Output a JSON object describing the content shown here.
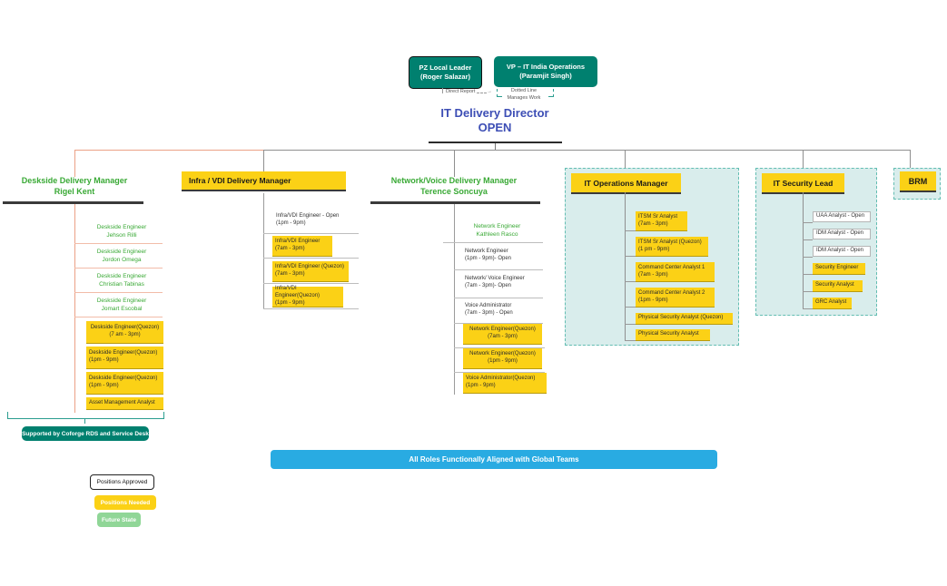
{
  "top": {
    "pz_leader": {
      "line1": "PZ Local Leader",
      "line2": "(Roger Salazar)"
    },
    "vp": {
      "line1": "VP – IT India Operations",
      "line2": "(Paramjit Singh)"
    },
    "direct_report_label": "Direct Report",
    "arrow": "→",
    "dotted_line_label1": "Dotted Line",
    "dotted_line_label2": "Manages Work",
    "director_title": "IT Delivery Director",
    "director_status": "OPEN"
  },
  "deskside": {
    "title1": "Deskside Delivery Manager",
    "title2": "Rigel Kent",
    "approved": [
      {
        "line1": "Deskside Engineer",
        "line2": "Jehson Rilli"
      },
      {
        "line1": "Deskside Engineer",
        "line2": "Jordon Omega"
      },
      {
        "line1": "Deskside Engineer",
        "line2": "Christian Tabinas"
      },
      {
        "line1": "Deskside Engineer",
        "line2": "Jomart Escobal"
      }
    ],
    "needed": [
      {
        "line1": "Deskside Engineer(Quezon)",
        "line2": "(7 am - 3pm)"
      },
      {
        "line1": "Deskside Engineer(Quezon)",
        "line2": "(1pm - 9pm)"
      },
      {
        "line1": "Deskside Engineer(Quezon)",
        "line2": "(1pm - 9pm)"
      },
      {
        "line1": "Asset Management Analyst"
      }
    ],
    "support_note": "Supported by Coforge RDS and Service Desk"
  },
  "infra": {
    "title": "Infra / VDI Delivery Manager",
    "open": {
      "line1": "Infra/VDI Engineer - Open",
      "line2": "(1pm - 9pm)"
    },
    "needed": [
      {
        "line1": "Infra/VDI Engineer",
        "line2": "(7am - 3pm)"
      },
      {
        "line1": "Infra/VDI Engineer (Quezon)",
        "line2": "(7am - 3pm)"
      },
      {
        "line1": "Infra/VDI Engineer(Quezon)",
        "line2": "(1pm - 9pm)"
      }
    ]
  },
  "network": {
    "title1": "Network/Voice Delivery Manager",
    "title2": "Terence Soncuya",
    "approved": {
      "line1": "Network Engineer",
      "line2": "Kathleen Rasco"
    },
    "open": [
      {
        "line1": "Network Engineer",
        "line2": "(1pm - 9pm)- Open"
      },
      {
        "line1": "Network/ Voice Engineer",
        "line2": "(7am - 3pm)- Open"
      },
      {
        "line1": "Voice Administrator",
        "line2": "(7am - 3pm) - Open"
      }
    ],
    "needed": [
      {
        "line1": "Network Engineer(Quezon)",
        "line2": "(7am - 3pm)"
      },
      {
        "line1": "Network Engineer(Quezon)",
        "line2": "(1pm - 9pm)"
      },
      {
        "line1": "Voice Administrator(Quezon)",
        "line2": "(1pm - 9pm)"
      }
    ]
  },
  "it_ops": {
    "title": "IT Operations Manager",
    "needed": [
      {
        "line1": "ITSM Sr Analyst",
        "line2": "(7am - 3pm)"
      },
      {
        "line1": "ITSM Sr Analyst (Quezon)",
        "line2": "(1 pm - 9pm)"
      },
      {
        "line1": "Command Center Analyst 1",
        "line2": "(7am - 3pm)"
      },
      {
        "line1": "Command Center Analyst 2",
        "line2": "(1pm - 9pm)"
      },
      {
        "line1": "Physical Security Analyst (Quezon)"
      },
      {
        "line1": "Physical Security Analyst"
      }
    ]
  },
  "security": {
    "title": "IT Security Lead",
    "open": [
      "UAA Analyst - Open",
      "IDM Analyst - Open",
      "IDM Analyst - Open"
    ],
    "needed": [
      "Security Engineer",
      "Security Analyst",
      "GRC Analyst"
    ]
  },
  "brm": {
    "title": "BRM"
  },
  "banner": {
    "label": "All Roles Functionally  Aligned with Global Teams"
  },
  "legend": {
    "approved": "Positions Approved",
    "needed": "Positions Needed",
    "future": "Future State"
  },
  "colors": {
    "teal": "#00806F",
    "yellow": "#FBD116",
    "green_text": "#39A935",
    "indigo_title": "#3D4EB5",
    "banner_blue": "#29ABE2",
    "panel_fill": "#D9EDEC",
    "panel_border": "#63BDB2",
    "salmon_connector": "#EBA186",
    "gray_connector": "#8F8F8F",
    "future_green": "#90D697"
  }
}
